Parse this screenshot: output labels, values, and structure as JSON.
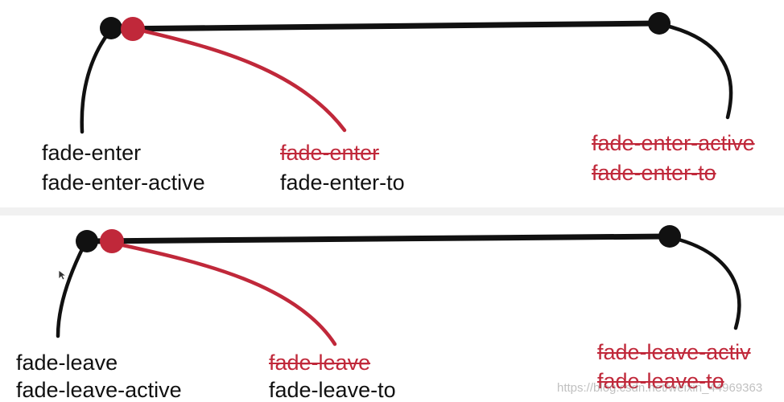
{
  "colors": {
    "line": "#111111",
    "accent": "#c0283a",
    "gap": "#f1f1f1"
  },
  "enter": {
    "start_labels": [
      "fade-enter",
      "fade-enter-active"
    ],
    "mid_labels": [
      "fade-enter",
      "fade-enter-to"
    ],
    "end_labels": [
      "fade-enter-active",
      "fade-enter-to"
    ]
  },
  "leave": {
    "start_labels": [
      "fade-leave",
      "fade-leave-active"
    ],
    "mid_labels": [
      "fade-leave",
      "fade-leave-to"
    ],
    "end_labels": [
      "fade-leave-activ",
      "fade-leave-to"
    ]
  },
  "watermark": "https://blog.csdn.net/weixin_44969363"
}
